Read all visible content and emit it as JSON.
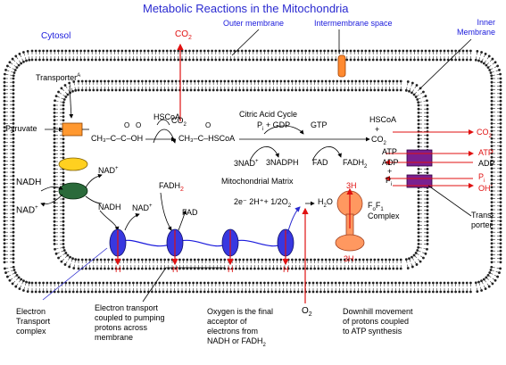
{
  "title": "Metabolic Reactions in the Mitochondria",
  "labels": {
    "cytosol": "Cytosol",
    "outer_membrane": "Outer membrane",
    "intermembrane_space": "Intermembrane space",
    "inner_membrane": "Inner\nMembrane",
    "co2_top": "CO",
    "co2_top_sub": "2",
    "transporter_a": "Transporter",
    "transporter_a_sup": "A",
    "pyruvate": "Pyruvate",
    "hscoa_1": "HSCoA",
    "co2_mid": "CO",
    "co2_mid_sub": "2",
    "pyruvate_formula": "CH₃–C–C–OH",
    "acetyl_formula": "CH₃–C–HSCoA",
    "citric_acid_cycle": "Citric Acid Cycle",
    "pi_gdp": "P",
    "pi_gdp_rest": "+ GDP",
    "gtp": "GTP",
    "hscoa_2": "HSCoA",
    "co2_right_inner": "CO",
    "co2_right_out": "CO",
    "nad_3": "3NAD",
    "nadph_3": "3NADPH",
    "fad": "FAD",
    "fadh2": "FADH",
    "atp_in": "ATP",
    "adp_in": "ADP",
    "pi_in": "P",
    "atp_out": "ATP",
    "adp_out": "ADP",
    "pi_out": "P",
    "oh_out": "OH",
    "nad_plus_1": "NAD",
    "nadh_left": "NADH",
    "nad_plus_left": "NAD",
    "nadh_inner": "NADH",
    "nad_plus_inner": "NAD",
    "fadh2_inner": "FADH",
    "fad_inner": "FAD",
    "matrix": "Mitochondrial Matrix",
    "water_eq": "2e⁻ 2H⁺+ 1/2O",
    "water_prod": "H",
    "h_3_top": "3H",
    "h_3_bottom": "3H",
    "fofi_complex": "F",
    "complex_word": "Complex",
    "transporter_right": "Trans-\nporter",
    "h": "H",
    "o2_bottom": "O",
    "captions": {
      "etc": "Electron\nTransport\ncomplex",
      "pumping": "Electron transport\ncoupled to pumping\nprotons across\nmembrane",
      "oxygen": "Oxygen is the final\nacceptor of\nelectrons from\nNADH or FADH",
      "downhill": "Downhill movement\nof protons coupled\nto ATP synthesis"
    }
  },
  "colors": {
    "title_blue": "#2a2ad0",
    "accent_red": "#e01010",
    "protein_blue": "#3838e0",
    "transporter_orange": "#ff9830",
    "atp_synthase": "#ff9860",
    "yellow_protein": "#ffd020",
    "green_protein": "#2a6a3a",
    "purple_transporter": "#7a2090",
    "membrane": "#202020"
  }
}
